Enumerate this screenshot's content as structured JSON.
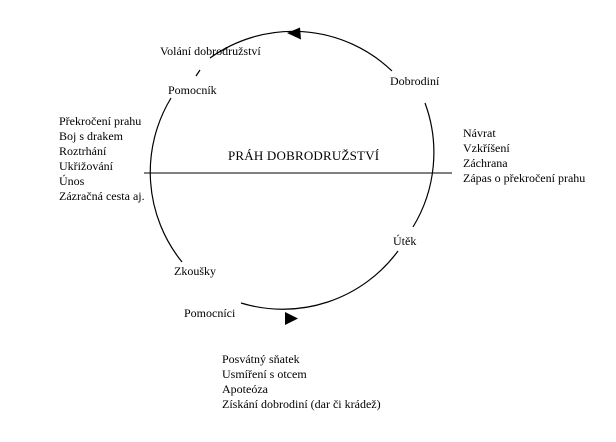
{
  "diagram": {
    "threshold_label": "PRÁH DOBRODRUŽSTVÍ",
    "labels": {
      "call": "Volání dobrodružství",
      "helper": "Pomocník",
      "benefactor": "Dobrodiní",
      "flight": "Útěk",
      "trials": "Zkoušky",
      "helpers": "Pomocníci"
    },
    "left_list": [
      "Překročení prahu",
      "Boj s drakem",
      "Roztrhání",
      "Ukřižování",
      "Únos",
      "Zázračná cesta aj."
    ],
    "right_list": [
      "Návrat",
      "Vzkříšení",
      "Záchrana",
      "Zápas o překročení prahu"
    ],
    "bottom_list": [
      "Posvátný sňatek",
      "Usmíření s otcem",
      "Apoteóza",
      "Získání dobrodiní (dar či krádež)"
    ]
  }
}
